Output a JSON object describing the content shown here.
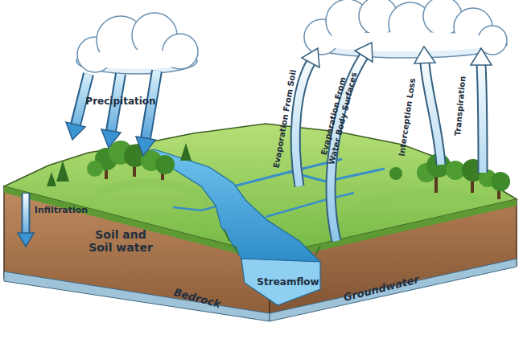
{
  "diagram": {
    "labels": [
      "Precipitation",
      "Evaporation From Soil",
      "Evaporation From Water Body Surfaces",
      "Interception Loss",
      "Transpiration",
      "Infiltration",
      "Soil and Soil water",
      "Streamflow",
      "Bedrock",
      "Groundwater"
    ]
  }
}
